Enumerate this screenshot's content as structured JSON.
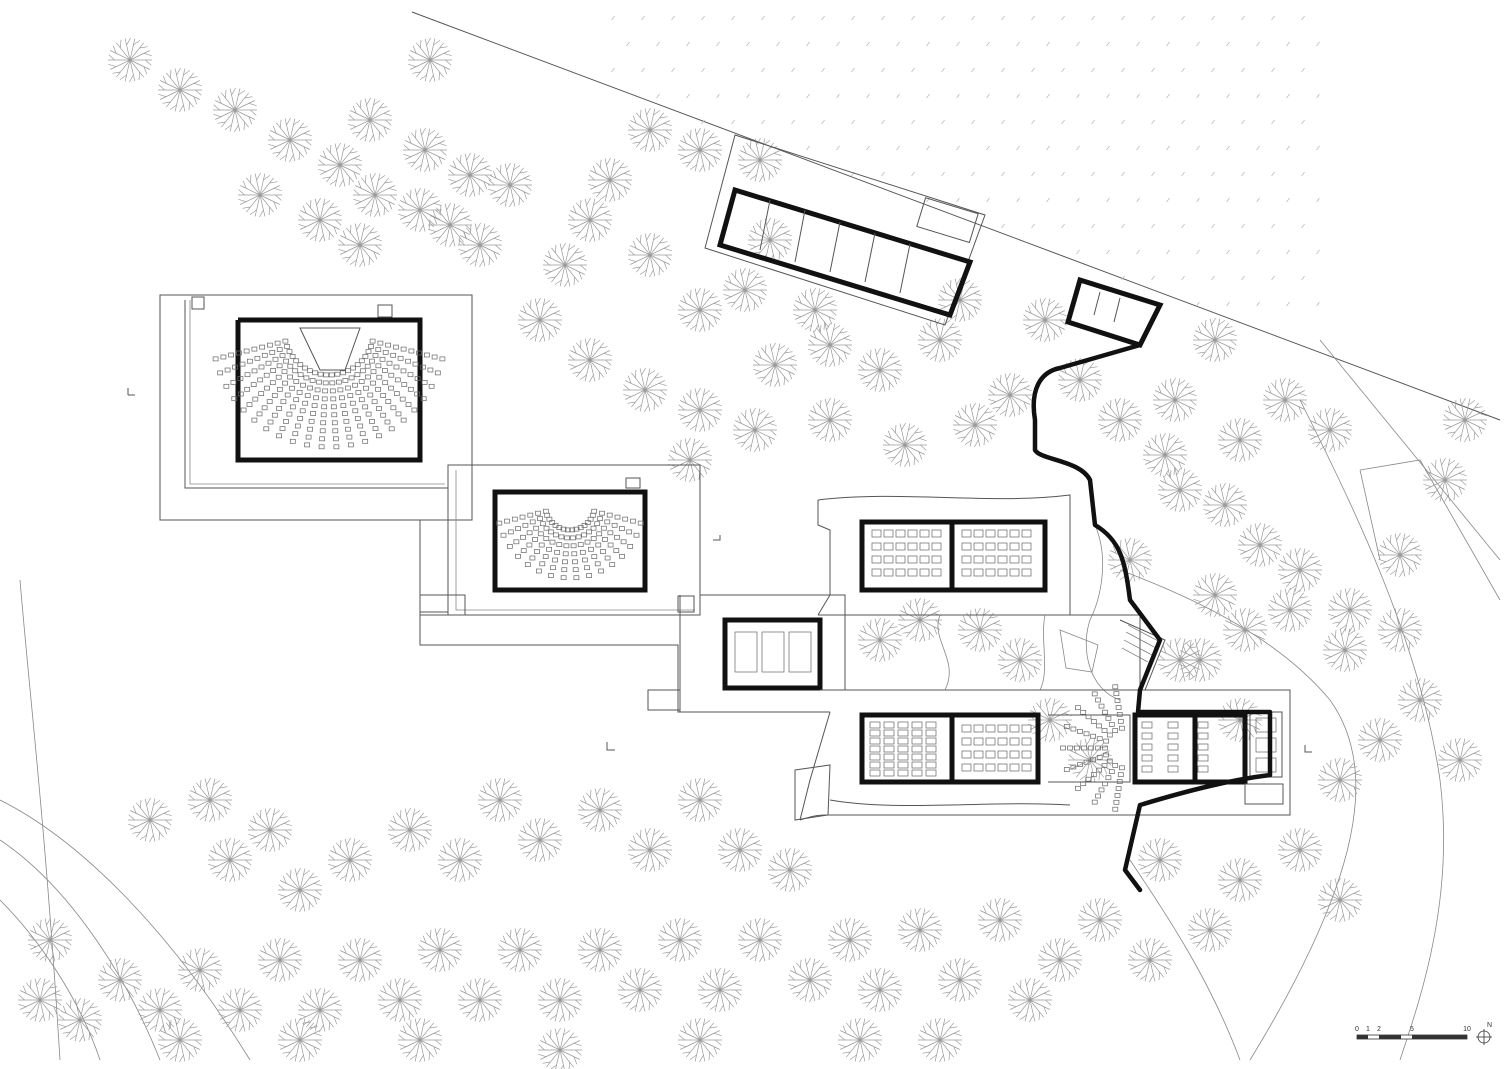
{
  "scale_bar": {
    "ticks": [
      "0",
      "1",
      "2",
      "5",
      "10"
    ],
    "north_label": "N"
  },
  "colors": {
    "background": "#ffffff",
    "walls": "#111111",
    "lines": "#555555",
    "trees": "#9a9a9a"
  }
}
